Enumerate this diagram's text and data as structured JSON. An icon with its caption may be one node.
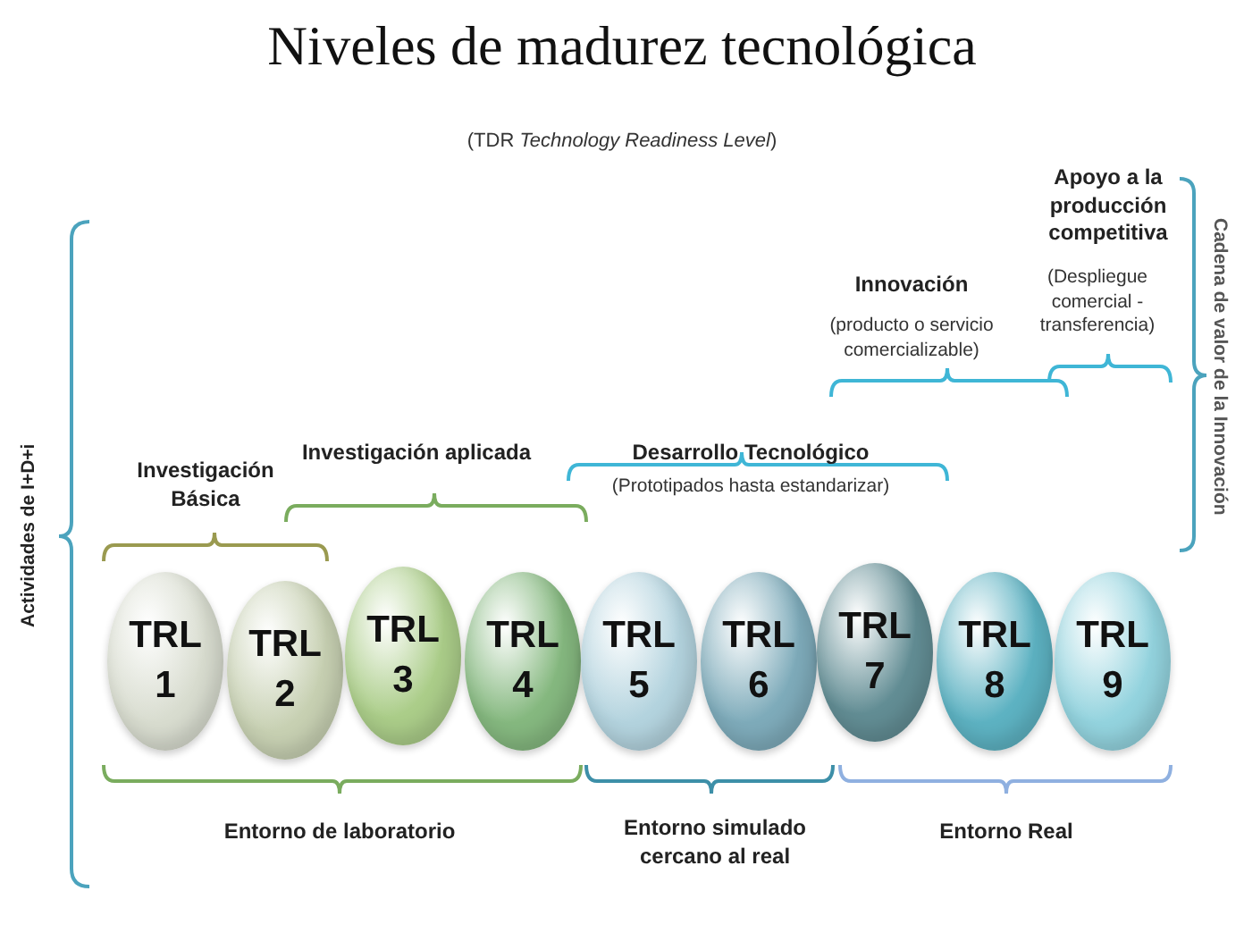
{
  "diagram": {
    "title": "Niveles de madurez tecnológica",
    "nodes": [
      {
        "text": [
          "TRL 1"
        ]
      },
      {
        "text": [
          "TRL 2"
        ]
      },
      {
        "text": [
          "TRL 3"
        ]
      },
      {
        "text": [
          "TRL 4"
        ]
      },
      {
        "text": [
          "TRL 5"
        ]
      },
      {
        "text": [
          "TRL 6"
        ]
      },
      {
        "text": [
          "TRL 7"
        ]
      },
      {
        "text": [
          "TRL 8"
        ]
      },
      {
        "text": [
          "TRL 9"
        ]
      }
    ],
    "labels": [
      "(TDR *Technology Readiness Level*)",
      "Apoyo a la producción competitiva",
      "(Despliegue comercial - transferencia)",
      "Cadena de valor de la Innovación",
      "Innovación",
      "(producto o servicio comercializable)",
      "Investigación aplicada",
      "Desarrollo Tecnológico",
      "Investigación Básica",
      "(Prototipados hasta estandarizar)",
      "Actividades de I+D+i",
      "Entorno de laboratorio",
      "Entorno simulado cercano al real",
      "Entorno Real"
    ]
  }
}
